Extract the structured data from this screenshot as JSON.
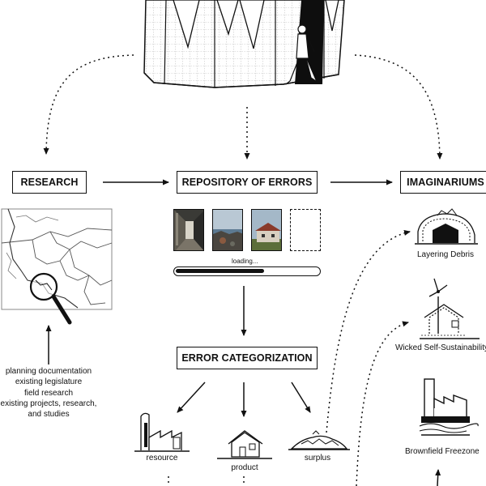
{
  "nodes": {
    "research": "RESEARCH",
    "repository": "REPOSITORY OF ERRORS",
    "imaginariums": "IMAGINARIUMS",
    "categorization": "ERROR CATEGORIZATION"
  },
  "research_notes": [
    "planning documentation",
    "existing legislature",
    "field research",
    "existing projects, research,",
    "and studies"
  ],
  "repository": {
    "loading_label": "loading...",
    "progress": 0.62
  },
  "categories": {
    "resource": "resource",
    "product": "product",
    "surplus": "surplus"
  },
  "imaginariums": {
    "layering": "Layering Debris",
    "wicked": "Wicked Self-Sustainability",
    "brownfield": "Brownfield Freezone"
  }
}
